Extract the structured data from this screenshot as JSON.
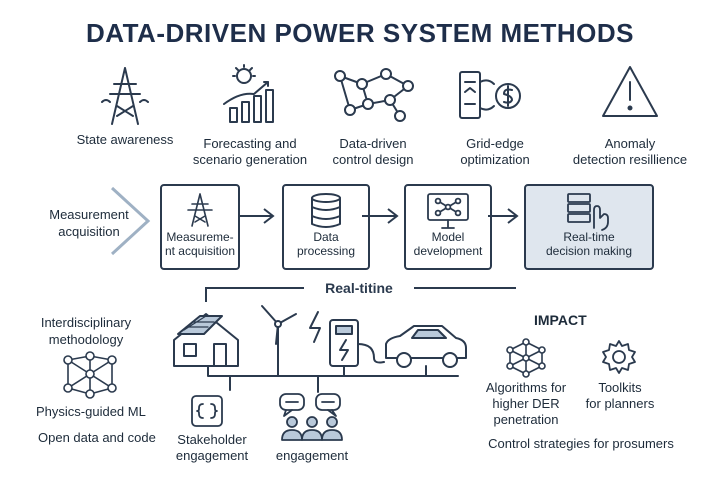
{
  "title": "DATA-DRIVEN POWER SYSTEM METHODS",
  "categories": [
    {
      "icon": "transmission-tower-icon",
      "label": "State awareness"
    },
    {
      "icon": "forecast-chart-icon",
      "label": "Forecasting and\nscenario generation"
    },
    {
      "icon": "network-nodes-icon",
      "label": "Data-driven\ncontrol design"
    },
    {
      "icon": "grid-edge-device-icon",
      "label": "Grid-edge\noptimization"
    },
    {
      "icon": "warning-triangle-icon",
      "label": "Anomaly\ndetection resillience"
    }
  ],
  "pipeline": {
    "lead_label": "Measurement\nacquisition",
    "steps": [
      {
        "icon": "tower-small-icon",
        "label": "Measureme-\nnt acquisition"
      },
      {
        "icon": "database-icon",
        "label": "Data\nprocessing"
      },
      {
        "icon": "monitor-network-icon",
        "label": "Model\ndevelopment"
      },
      {
        "icon": "server-hand-icon",
        "label": "Real-time\ndecision making"
      }
    ],
    "realtime_label": "Real-titine"
  },
  "left_panel": {
    "method_label": "Interdisciplinary\nmethodology",
    "ml_label": "Physics-guided ML",
    "open_label": "Open data and code",
    "stakeholder_label": "Stakeholder\nengagement",
    "engagement_label": "engagement"
  },
  "impact": {
    "heading": "IMPACT",
    "algorithms_label": "Algorithms for\nhigher DER\npenetration",
    "toolkits_label": "Toolkits\nfor planners",
    "control_label": "Control strategies for prosumers"
  },
  "colors": {
    "ink": "#2b3a4e",
    "title": "#1e2e4a",
    "active_fill": "#dfe6ee",
    "accent": "#6d8fb3"
  }
}
